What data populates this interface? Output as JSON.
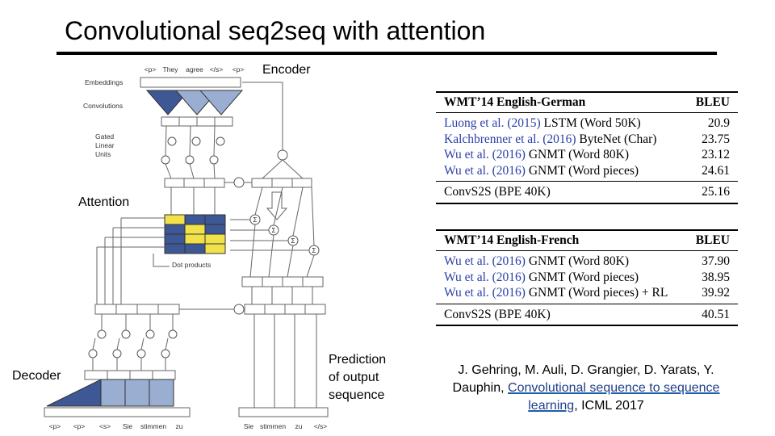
{
  "slide": {
    "title": "Convolutional seq2seq with attention",
    "labels": {
      "encoder": "Encoder",
      "attention": "Attention",
      "decoder": "Decoder",
      "prediction_line1": "Prediction",
      "prediction_line2": "of output",
      "prediction_line3": "sequence"
    }
  },
  "figure": {
    "encoder_tokens": [
      "<p>",
      "They",
      "agree",
      "</s>",
      "<p>"
    ],
    "layer_labels": {
      "embeddings": "Embeddings",
      "convolutions": "Convolutions",
      "gated_1": "Gated",
      "gated_2": "Linear",
      "gated_3": "Units"
    },
    "dot_products": "Dot products",
    "decoder_tokens": [
      "<p>",
      "<p>",
      "<s>",
      "Sie",
      "stimmen",
      "zu"
    ],
    "output_tokens": [
      "Sie",
      "stimmen",
      "zu",
      "</s>"
    ],
    "sigma": "Σ",
    "colors": {
      "navy": "#3e5795",
      "light_blue": "#9aaed2",
      "yellow": "#f1e14a"
    }
  },
  "tables": [
    {
      "header": [
        "WMT’14 English-German",
        "BLEU"
      ],
      "rows": [
        {
          "cite": "Luong et al. (2015)",
          "model": "LSTM (Word 50K)",
          "bleu": "20.9"
        },
        {
          "cite": "Kalchbrenner et al. (2016)",
          "model": "ByteNet (Char)",
          "bleu": "23.75"
        },
        {
          "cite": "Wu et al. (2016)",
          "model": "GNMT (Word 80K)",
          "bleu": "23.12"
        },
        {
          "cite": "Wu et al. (2016)",
          "model": "GNMT (Word pieces)",
          "bleu": "24.61"
        }
      ],
      "ours": {
        "model": "ConvS2S (BPE 40K)",
        "bleu": "25.16"
      }
    },
    {
      "header": [
        "WMT’14 English-French",
        "BLEU"
      ],
      "rows": [
        {
          "cite": "Wu et al. (2016)",
          "model": "GNMT (Word 80K)",
          "bleu": "37.90"
        },
        {
          "cite": "Wu et al. (2016)",
          "model": "GNMT (Word pieces)",
          "bleu": "38.95"
        },
        {
          "cite": "Wu et al. (2016)",
          "model": "GNMT (Word pieces) + RL",
          "bleu": "39.92"
        }
      ],
      "ours": {
        "model": "ConvS2S (BPE 40K)",
        "bleu": "40.51"
      }
    }
  ],
  "citation": {
    "line1": "J. Gehring, M. Auli, D. Grangier, D. Yarats,  Y.",
    "line2_prefix": "Dauphin, ",
    "link_text_1": "Convolutional sequence to sequence",
    "link_text_2": "learning",
    "suffix": ", ICML 2017"
  }
}
